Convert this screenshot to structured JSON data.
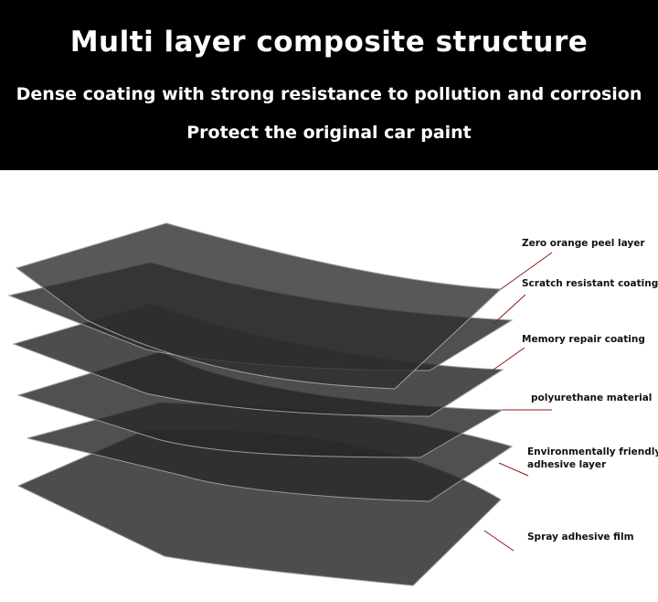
{
  "banner": {
    "title": "Multi layer composite structure",
    "subtitle_1": "Dense coating with strong resistance to pollution and corrosion",
    "subtitle_2": "Protect the original car paint",
    "background": "#000000",
    "text_color": "#ffffff"
  },
  "layers": [
    {
      "label": "Zero orange peel layer"
    },
    {
      "label": "Scratch resistant coating"
    },
    {
      "label": "Memory repair coating"
    },
    {
      "label": "polyurethane material"
    },
    {
      "label": "Environmentally friendly adhesive layer",
      "label_line_1": "Environmentally friendly",
      "label_line_2": "adhesive layer"
    },
    {
      "label": "Spray adhesive film"
    }
  ],
  "colors": {
    "sheet_fill": "#1a1a1a",
    "sheet_edge": "#9a9a9a",
    "leader_line": "#8b1a1a"
  }
}
